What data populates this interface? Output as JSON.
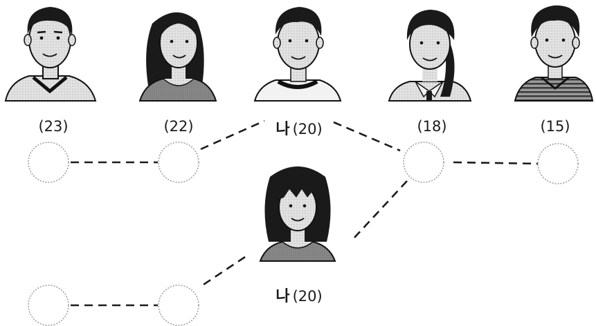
{
  "people": [
    {
      "id": "p1",
      "age": "(23)",
      "icon": "man-sweater-portrait-icon",
      "name": ""
    },
    {
      "id": "p2",
      "age": "(22)",
      "icon": "woman-long-hair-portrait-icon",
      "name": ""
    },
    {
      "id": "p3",
      "age": "(20)",
      "icon": "boy-tshirt-portrait-icon",
      "name": "나"
    },
    {
      "id": "p4",
      "age": "(18)",
      "icon": "girl-ponytail-portrait-icon",
      "name": ""
    },
    {
      "id": "p5",
      "age": "(15)",
      "icon": "boy-striped-shirt-portrait-icon",
      "name": ""
    },
    {
      "id": "p6",
      "age": "(20)",
      "icon": "girl-bangs-portrait-icon",
      "name": "나"
    }
  ],
  "colors": {
    "line": "#1a1a1a",
    "circle": "#9a9a9a",
    "shirt_gray": "#8c8c8c",
    "skin": "#d9d9d9"
  }
}
